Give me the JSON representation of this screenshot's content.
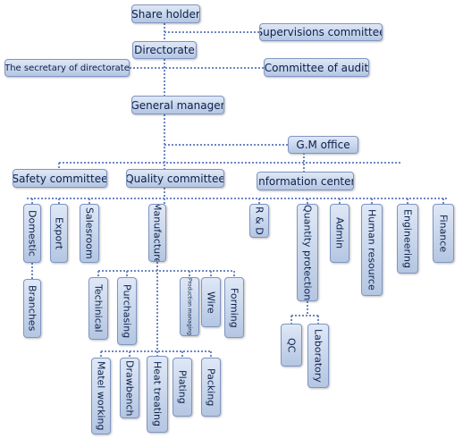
{
  "nodes": {
    "share_holder": "Share holder",
    "supervisions_committee": "Supervisions committee",
    "directorate": "Directorate",
    "secretary_of_directorate": "The secretary of directorate",
    "committee_of_audit": "Committee of audit",
    "general_manager": "General manager",
    "gm_office": "G.M office",
    "safety_committee": "Safety committee",
    "quality_committee": "Quality committee",
    "information_center": "Information center",
    "domestic": "Domestic",
    "branches": "Branches",
    "export": "Export",
    "salesroom": "Salesroom",
    "manufacture": "Manufacture",
    "rd": "R & D",
    "quality_protection": "Quantity protection",
    "qc": "QC",
    "laboratory": "Laboratory",
    "admin": "Admin",
    "human_resource": "Human resource",
    "engineering": "Engineering",
    "finance": "Finance",
    "technical": "Techinical",
    "purchasing": "Purchasing",
    "production_managing": "Production managing",
    "wire": "Wire",
    "forming": "Forming",
    "metal_working": "Matel working",
    "drawbench": "Drawbench",
    "heat_treating": "Heat treating",
    "plating": "Plating",
    "packing": "Packing"
  }
}
